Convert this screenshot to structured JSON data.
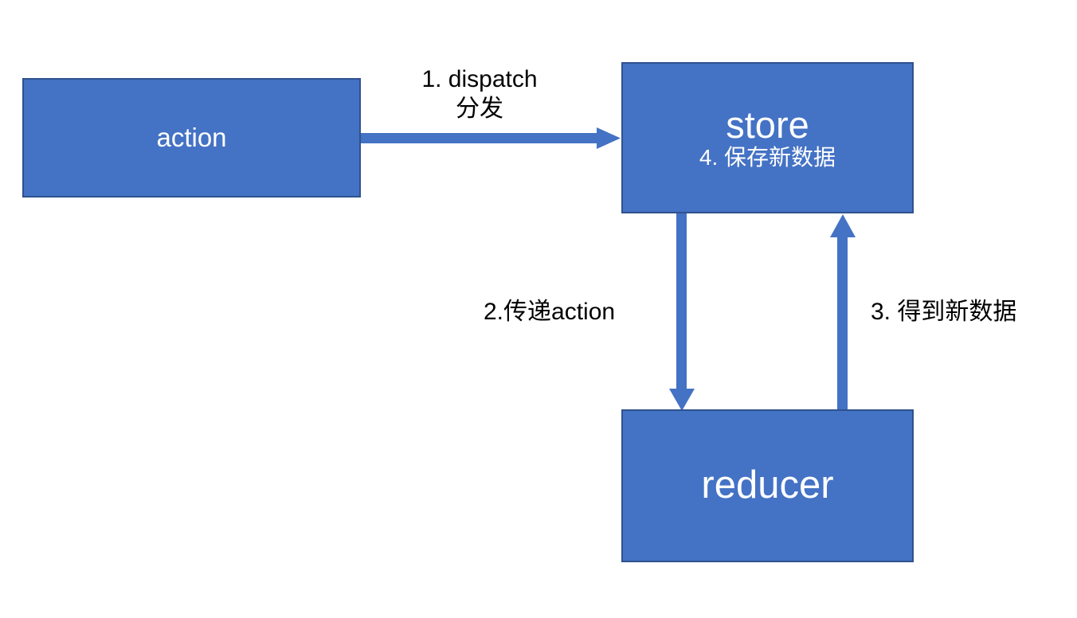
{
  "diagram": {
    "title": "redux-data-flow",
    "theme": {
      "node_fill": "#4472C4",
      "node_border": "#2F528F",
      "node_text": "#FFFFFF",
      "arrow_color": "#4472C4",
      "label_text": "#000000",
      "background": "#FFFFFF"
    },
    "nodes": [
      {
        "id": "action",
        "label": "action",
        "sublabel": ""
      },
      {
        "id": "store",
        "label": "store",
        "sublabel": "4. 保存新数据"
      },
      {
        "id": "reducer",
        "label": "reducer",
        "sublabel": ""
      }
    ],
    "edges": [
      {
        "id": "action-to-store",
        "from": "action",
        "to": "store",
        "label_line1": "1. dispatch",
        "label_line2": "分发",
        "direction": "right"
      },
      {
        "id": "store-to-reducer",
        "from": "store",
        "to": "reducer",
        "label_line1": "2.传递action",
        "direction": "down"
      },
      {
        "id": "reducer-to-store",
        "from": "reducer",
        "to": "store",
        "label_line1": "3. 得到新数据",
        "direction": "up"
      }
    ]
  }
}
